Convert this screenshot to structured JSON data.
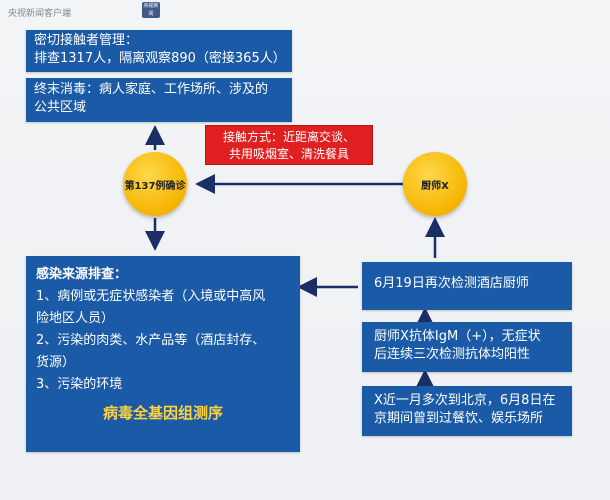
{
  "watermark": {
    "text": "央视新闻客户端",
    "logo": "央视新闻"
  },
  "top_box": {
    "lines": [
      "密切接触者管理：",
      "排查1317人，隔离观察890（密接365人）"
    ]
  },
  "disinfect_box": {
    "lines": [
      "终末消毒：病人家庭、工作场所、涉及的",
      "公共区域"
    ]
  },
  "contact_box": {
    "lines": [
      "接触方式：近距离交谈、",
      "共用吸烟室、清洗餐具"
    ]
  },
  "case_circle": {
    "label": "第137例确诊"
  },
  "chef_circle": {
    "label": "厨师X"
  },
  "source_box": {
    "heading": "感染来源排查：",
    "lines": [
      "1、病例或无症状感染者（入境或中高风",
      "险地区人员）",
      "2、污染的肉类、水产品等（酒店封存、",
      "货源）",
      "3、污染的环境"
    ],
    "highlight": "病毒全基因组测序"
  },
  "chef_boxes": [
    {
      "lines": [
        "6月19日再次检测酒店厨师"
      ]
    },
    {
      "lines": [
        "厨师X抗体IgM（+），无症状",
        "后连续三次检测抗体均阳性"
      ]
    },
    {
      "lines": [
        "X近一月多次到北京，6月8日在",
        "京期间曾到过餐饮、娱乐场所"
      ]
    }
  ],
  "colors": {
    "box_blue": "#1b5aa6",
    "alert_red": "#e02020",
    "circle_yellow": "#f5b400",
    "highlight": "#ffd23f"
  }
}
